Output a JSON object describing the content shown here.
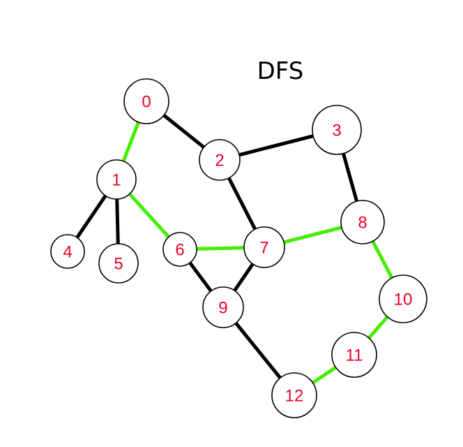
{
  "title": "DFS",
  "colors": {
    "tree_edge": "#44ee00",
    "other_edge": "#000000",
    "node_fill": "#ffffff",
    "node_stroke": "#000000",
    "label": "#e8002a",
    "title": "#000000"
  },
  "nodes": [
    {
      "id": "0",
      "label": "0"
    },
    {
      "id": "1",
      "label": "1"
    },
    {
      "id": "2",
      "label": "2"
    },
    {
      "id": "3",
      "label": "3"
    },
    {
      "id": "4",
      "label": "4"
    },
    {
      "id": "5",
      "label": "5"
    },
    {
      "id": "6",
      "label": "6"
    },
    {
      "id": "7",
      "label": "7"
    },
    {
      "id": "8",
      "label": "8"
    },
    {
      "id": "9",
      "label": "9"
    },
    {
      "id": "10",
      "label": "10"
    },
    {
      "id": "11",
      "label": "11"
    },
    {
      "id": "12",
      "label": "12"
    }
  ],
  "edges": [
    {
      "from": "0",
      "to": "1",
      "highlight": true
    },
    {
      "from": "0",
      "to": "2",
      "highlight": false
    },
    {
      "from": "2",
      "to": "3",
      "highlight": false
    },
    {
      "from": "2",
      "to": "7",
      "highlight": false
    },
    {
      "from": "3",
      "to": "8",
      "highlight": false
    },
    {
      "from": "1",
      "to": "4",
      "highlight": false
    },
    {
      "from": "1",
      "to": "5",
      "highlight": false
    },
    {
      "from": "1",
      "to": "6",
      "highlight": true
    },
    {
      "from": "6",
      "to": "7",
      "highlight": true
    },
    {
      "from": "6",
      "to": "9",
      "highlight": false
    },
    {
      "from": "7",
      "to": "9",
      "highlight": false
    },
    {
      "from": "7",
      "to": "8",
      "highlight": true
    },
    {
      "from": "8",
      "to": "10",
      "highlight": true
    },
    {
      "from": "10",
      "to": "11",
      "highlight": true
    },
    {
      "from": "11",
      "to": "12",
      "highlight": true
    },
    {
      "from": "9",
      "to": "12",
      "highlight": false
    }
  ]
}
